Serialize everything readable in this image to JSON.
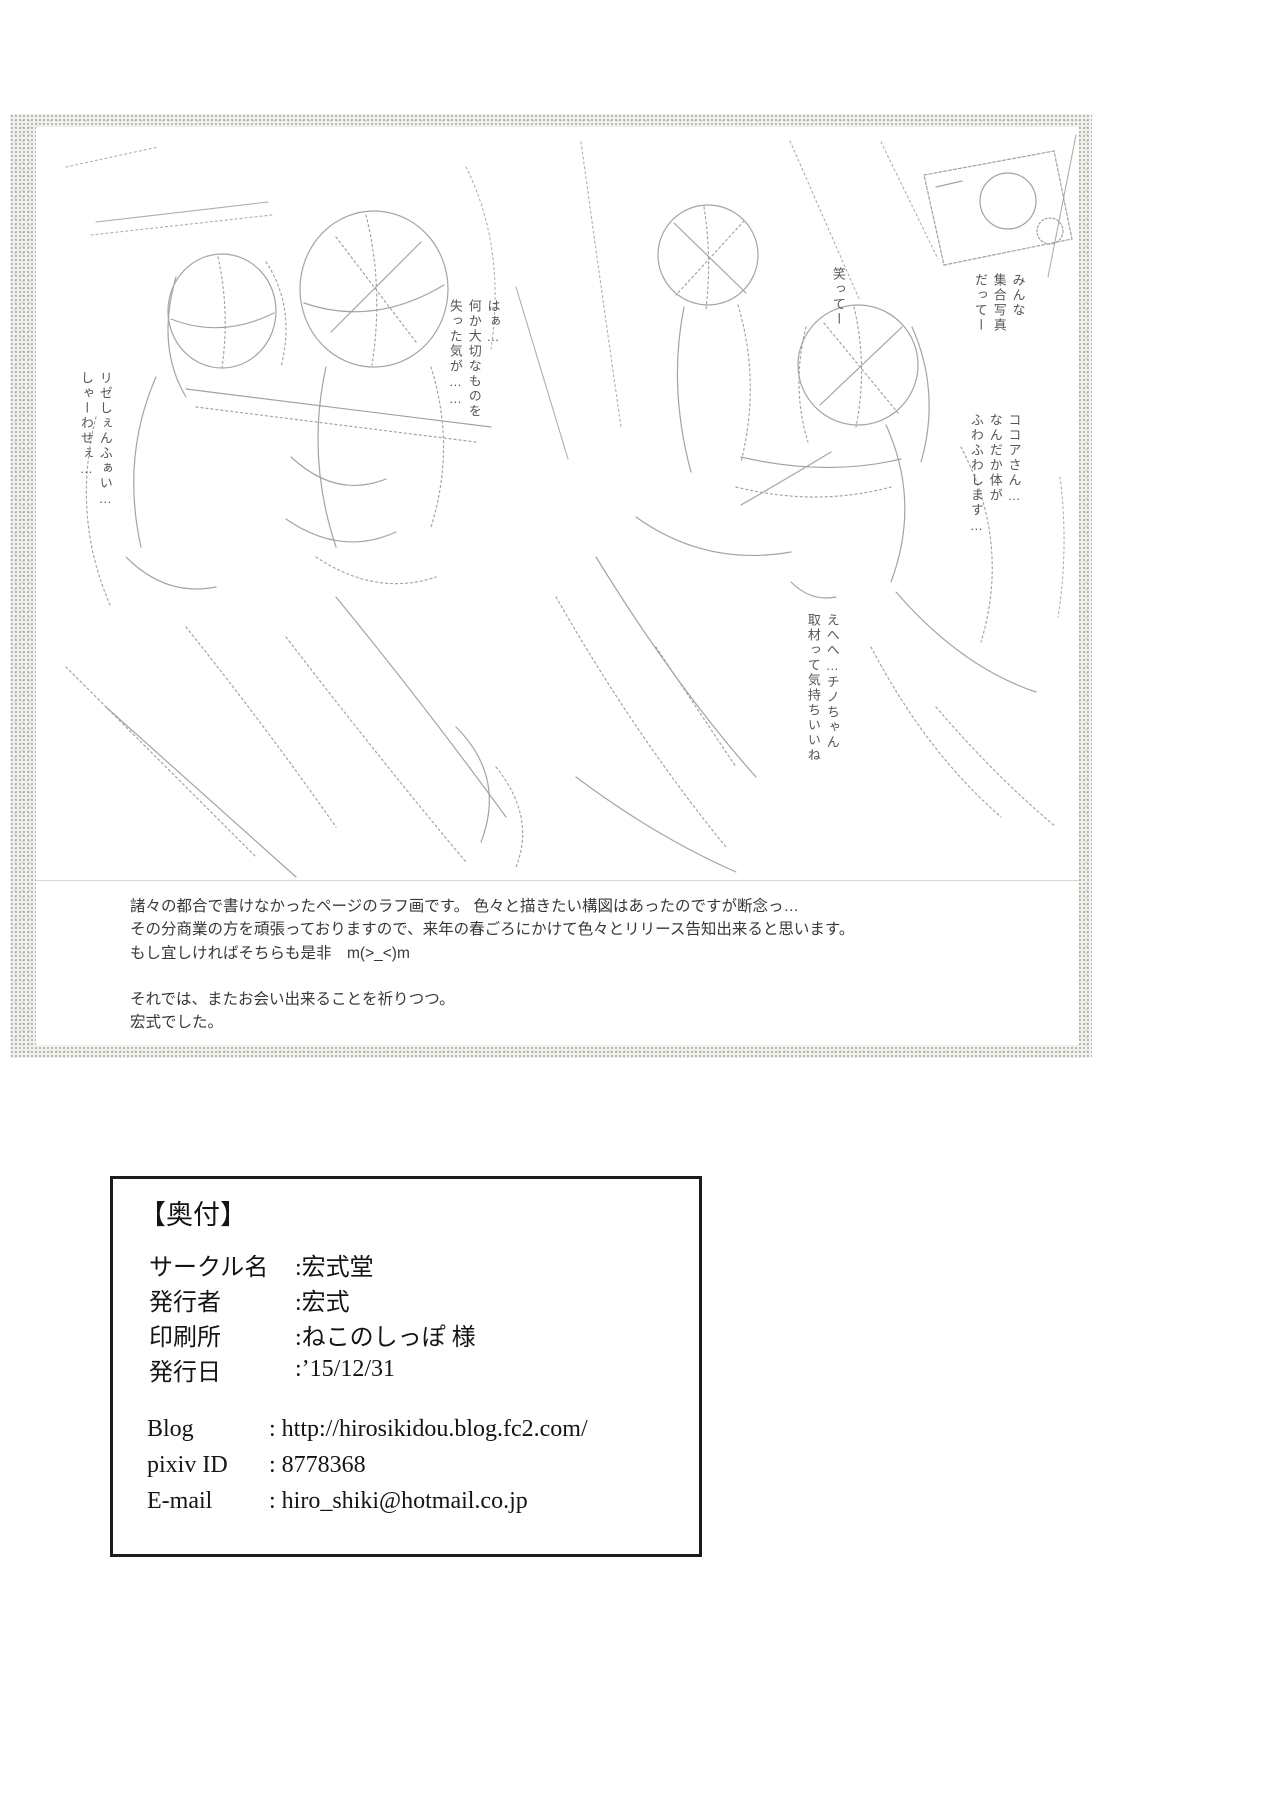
{
  "sketch_panel": {
    "annotations": {
      "rize": "リゼしぇんふぁい…\nしゃーわせぇ…",
      "haa": "はぁ…\n何か大切なものを\n失った気が……",
      "waratte": "笑ってー",
      "minna": "みんな\n集合写真\nだってー",
      "cocoa": "ココアさん…\nなんだか体が\nふわふわします…",
      "ehehe": "えへへ…チノちゃん\n取材って気持ちいいね"
    },
    "afterword": {
      "line1": "諸々の都合で書けなかったページのラフ画です。 色々と描きたい構図はあったのですが断念っ…",
      "line2": "その分商業の方を頑張っておりますので、来年の春ごろにかけて色々とリリース告知出来ると思います。",
      "line3": "もし宜しければそちらも是非　m(>_<)m",
      "line4": "それでは、またお会い出来ることを祈りつつ。",
      "line5": "宏式でした。"
    }
  },
  "colophon": {
    "title": "【奥付】",
    "rows": [
      {
        "label": "サークル名",
        "value": ":宏式堂"
      },
      {
        "label": "発行者",
        "value": ":宏式"
      },
      {
        "label": "印刷所",
        "value": ":ねこのしっぽ 様"
      },
      {
        "label": "発行日",
        "value": ":’15/12/31"
      }
    ],
    "contacts": [
      {
        "label": "Blog",
        "value": ": http://hirosikidou.blog.fc2.com/"
      },
      {
        "label": "pixiv ID",
        "value": ": 8778368"
      },
      {
        "label": "E-mail",
        "value": ": hiro_shiki@hotmail.co.jp"
      }
    ]
  }
}
